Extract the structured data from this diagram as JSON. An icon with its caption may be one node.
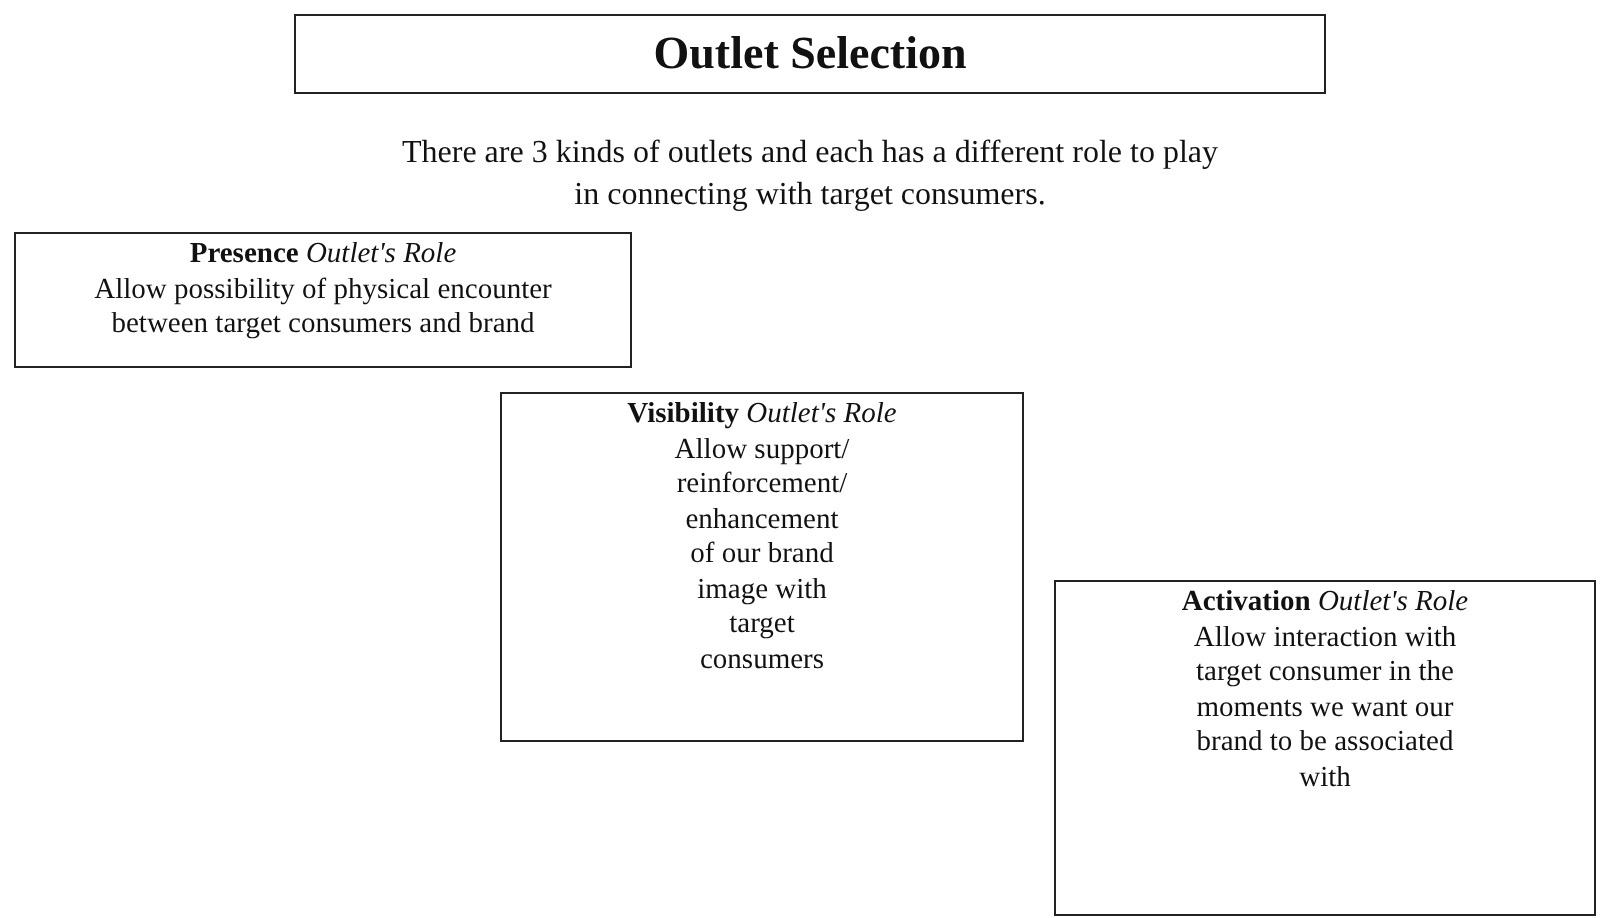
{
  "diagram": {
    "title": "Outlet Selection",
    "nodes": [
      {
        "text": [
          "**Presence** *Outlet's Role*",
          "Allow possibility of physical encounter between target consumers and brand"
        ]
      },
      {
        "text": [
          "**Visibility** *Outlet's Role*",
          "Allow support/ reinforcement/ enhancement of our brand image with target consumers"
        ]
      },
      {
        "text": [
          "**Activation** *Outlet's Role*",
          "Allow interaction with target consumer in the moments we want our brand to be associated with"
        ]
      }
    ],
    "labels": [
      "There are 3 kinds of outlets and each has a different role to play in connecting with target consumers."
    ]
  }
}
